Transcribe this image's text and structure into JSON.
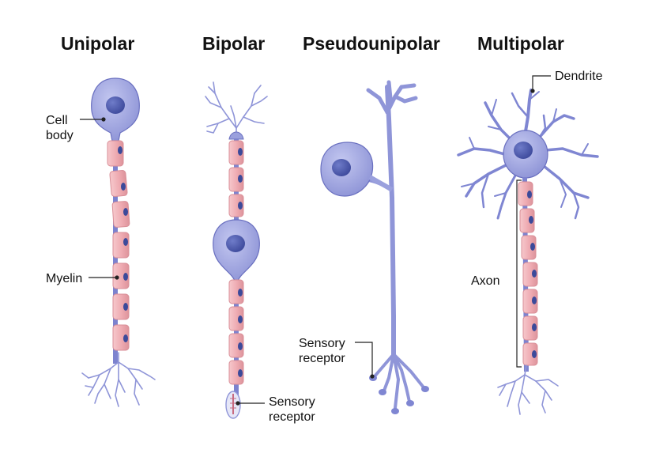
{
  "titles": {
    "unipolar": "Unipolar",
    "bipolar": "Bipolar",
    "pseudounipolar": "Pseudounipolar",
    "multipolar": "Multipolar"
  },
  "labels": {
    "cell_body_line1": "Cell",
    "cell_body_line2": "body",
    "myelin": "Myelin",
    "sensory_receptor_a_line1": "Sensory",
    "sensory_receptor_a_line2": "receptor",
    "sensory_receptor_b_line1": "Sensory",
    "sensory_receptor_b_line2": "receptor",
    "dendrite": "Dendrite",
    "axon": "Axon"
  },
  "colors": {
    "neuron_fill": "#9aa0dd",
    "neuron_stroke": "#6a70c0",
    "nucleus": "#4a56a8",
    "myelin_fill": "#efb3b9",
    "myelin_stroke": "#d98f98",
    "myelin_node": "#3c4a9a",
    "leader_line": "#222222"
  }
}
